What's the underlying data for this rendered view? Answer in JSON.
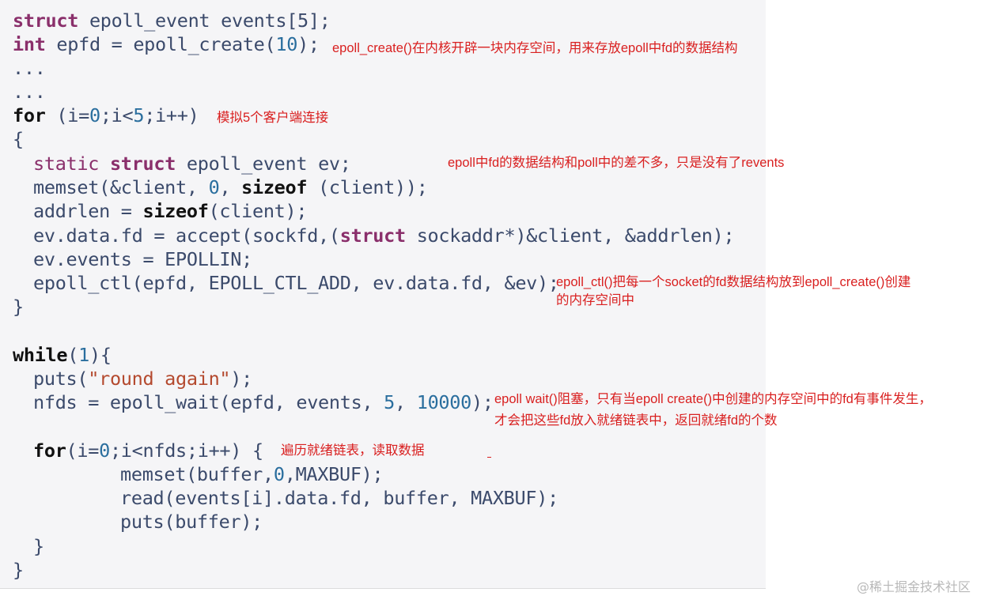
{
  "code": {
    "l1": {
      "kw": "struct",
      "rest": " epoll_event events[5];"
    },
    "l2": {
      "kw": "int",
      "a": " epfd = epoll_create(",
      "num": "10",
      "b": ");"
    },
    "l3": "...",
    "l4": "...",
    "l5": {
      "kw": "for",
      "a": " (i=",
      "n1": "0",
      "b": ";i<",
      "n2": "5",
      "c": ";i++)"
    },
    "l6": "{",
    "l7": {
      "kw": "static",
      "sp": " ",
      "kw2": "struct",
      "rest": " epoll_event ev;"
    },
    "l8": {
      "a": "memset(&client, ",
      "num": "0",
      "b": ", ",
      "kw": "sizeof",
      "c": " (client));"
    },
    "l9": {
      "a": "addrlen = ",
      "kw": "sizeof",
      "b": "(client);"
    },
    "l10": {
      "a": "ev.data.fd = accept(sockfd,(",
      "kw": "struct",
      "b": " sockaddr*)&client, &addrlen);"
    },
    "l11": "ev.events = EPOLLIN;",
    "l12": "epoll_ctl(epfd, EPOLL_CTL_ADD, ev.data.fd, &ev);",
    "l13": "}",
    "l14": {
      "kw": "while",
      "a": "(",
      "num": "1",
      "b": "){"
    },
    "l15": {
      "a": "puts(",
      "str": "\"round again\"",
      "b": ");"
    },
    "l16": {
      "a": "nfds = epoll_wait(epfd, events, ",
      "n1": "5",
      "b": ", ",
      "n2": "10000",
      "c": ");"
    },
    "l17": {
      "kw": "for",
      "a": "(i=",
      "num": "0",
      "b": ";i<nfds;i++) {"
    },
    "l18": {
      "a": "memset(buffer,",
      "num": "0",
      "b": ",MAXBUF);"
    },
    "l19": "read(events[i].data.fd, buffer, MAXBUF);",
    "l20": "puts(buffer);",
    "l21": "}",
    "l22": "}"
  },
  "annotations": {
    "a1": "epoll_create()在内核开辟一块内存空间，用来存放epoll中fd的数据结构",
    "a2": "模拟5个客户端连接",
    "a3": "epoll中fd的数据结构和poll中的差不多，只是没有了revents",
    "a4_line1": "epoll_ctl()把每一个socket的fd数据结构放到epoll_create()创建",
    "a4_line2": "的内存空间中",
    "a5_line1": "epoll wait()阻塞，只有当epoll create()中创建的内存空间中的fd有事件发生，",
    "a5_line2": "才会把这些fd放入就绪链表中，返回就绪fd的个数",
    "a6": "遍历就绪链表，读取数据"
  },
  "watermark": "@稀土掘金技术社区",
  "colors": {
    "annotation": "#d92020",
    "keyword": "#8a2f6b",
    "code": "#3b4a6b",
    "number": "#2a6e9e",
    "string": "#b4492e"
  }
}
